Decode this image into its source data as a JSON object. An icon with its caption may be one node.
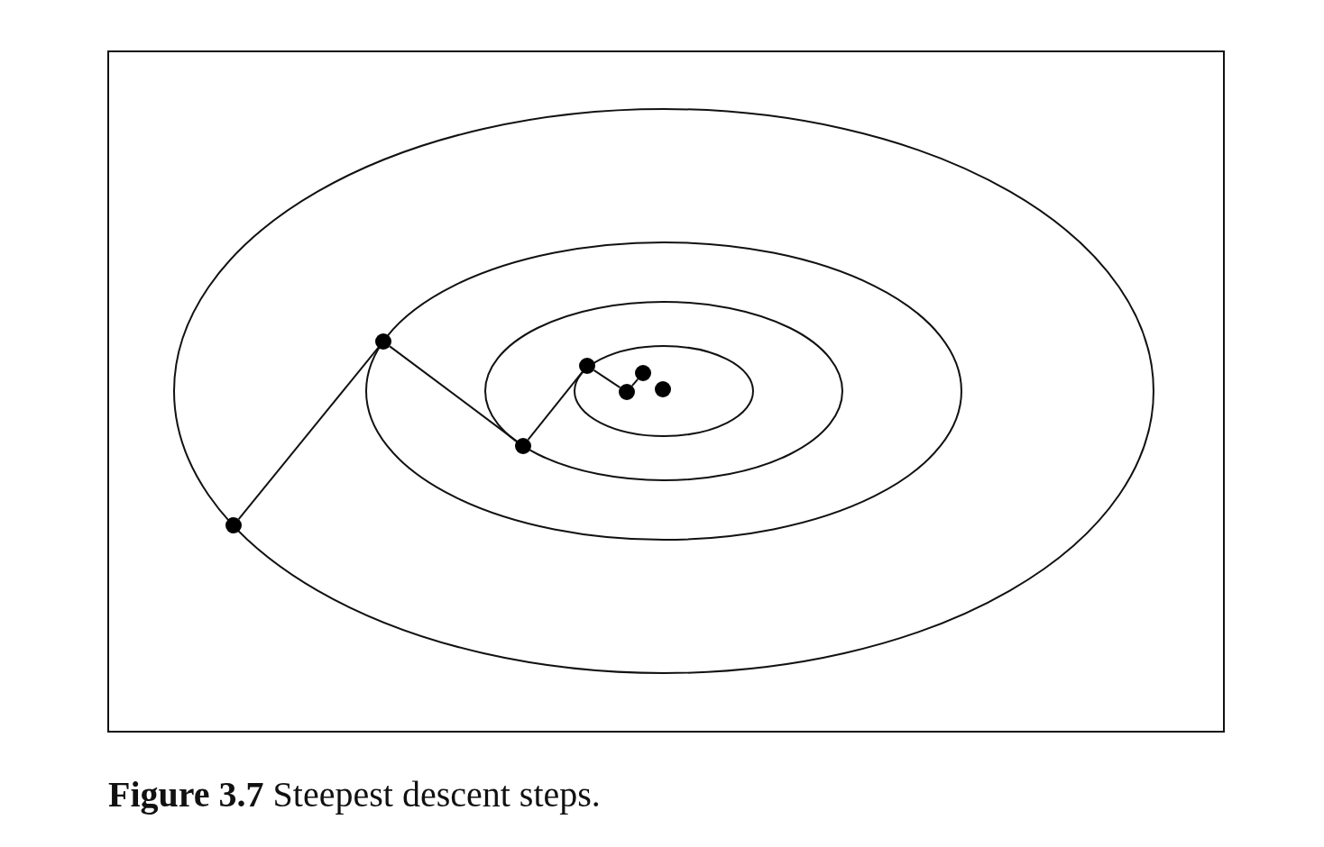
{
  "diagram": {
    "caption": "**Figure 3.7** Steepest descent steps.",
    "nodes": [
      {
        "text": [],
        "shape": "circle"
      },
      {
        "text": [],
        "shape": "circle"
      },
      {
        "text": [],
        "shape": "circle"
      },
      {
        "text": [],
        "shape": "circle"
      },
      {
        "text": [],
        "shape": "circle"
      },
      {
        "text": [],
        "shape": "circle"
      },
      {
        "text": [],
        "shape": "circle"
      }
    ],
    "edges": [
      {
        "from": 0,
        "to": 1,
        "arrow": "none"
      },
      {
        "from": 1,
        "to": 2,
        "arrow": "none"
      },
      {
        "from": 2,
        "to": 3,
        "arrow": "none"
      },
      {
        "from": 3,
        "to": 4,
        "arrow": "none"
      },
      {
        "from": 4,
        "to": 5,
        "arrow": "none"
      }
    ]
  }
}
